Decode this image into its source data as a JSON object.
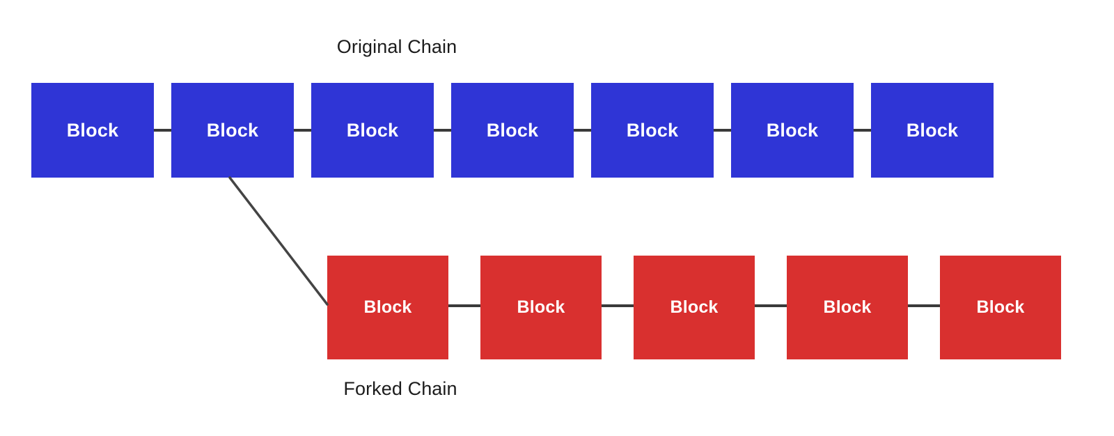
{
  "diagram": {
    "title_original": "Original Chain",
    "title_forked": "Forked Chain",
    "colors": {
      "original_block": "#2f35d6",
      "forked_block": "#d9302f",
      "connector": "#3a3a3a",
      "fork_line": "#444444",
      "label_text": "#1c1c1c",
      "block_text": "#ffffff",
      "background": "#ffffff"
    },
    "original_chain": {
      "label": "Original Chain",
      "block_count": 7,
      "blocks": [
        {
          "label": "Block"
        },
        {
          "label": "Block"
        },
        {
          "label": "Block"
        },
        {
          "label": "Block"
        },
        {
          "label": "Block"
        },
        {
          "label": "Block"
        },
        {
          "label": "Block"
        }
      ]
    },
    "forked_chain": {
      "label": "Forked Chain",
      "block_count": 5,
      "blocks": [
        {
          "label": "Block"
        },
        {
          "label": "Block"
        },
        {
          "label": "Block"
        },
        {
          "label": "Block"
        },
        {
          "label": "Block"
        }
      ]
    },
    "fork_point": {
      "from_chain": "original_chain",
      "from_block_index": 1,
      "to_chain": "forked_chain",
      "to_block_index": 0
    }
  }
}
